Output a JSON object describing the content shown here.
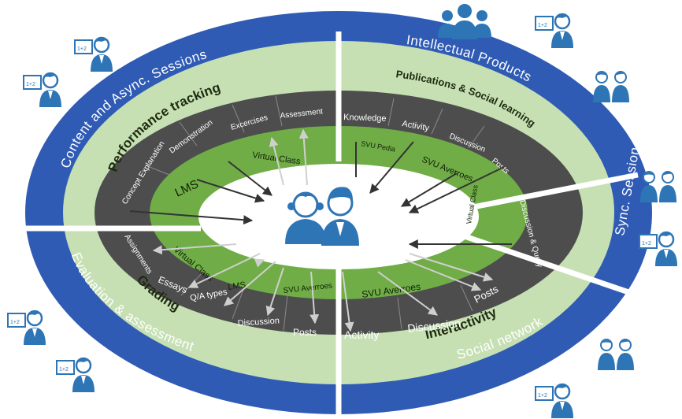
{
  "outer_ring": {
    "content_async": "Content and Async. Sessions",
    "intellectual_products": "Intellectual Products",
    "sync_session": "Sync. Session",
    "evaluation": "Evaluation & assessment",
    "social_network": "Social network"
  },
  "section_titles": {
    "performance_tracking": "Performance tracking",
    "publications": "Publications & Social learning",
    "grading": "Grading",
    "interactivity": "Interactivity"
  },
  "grey_ring": {
    "concept_explanation": "Concept Explanation",
    "demonstration": "Demonstration",
    "excercises": "Excercises",
    "assessment": "Assessment",
    "knowledge": "Knowledge",
    "activity_top": "Activity",
    "discussion_top": "Discussion",
    "posts_top": "Posts",
    "discussion_query": "Discussion & Query",
    "assignments": "Assignments",
    "essays": "Essays",
    "qa_types": "Q/A types",
    "discussion_bl": "Discussion",
    "posts_bl": "Posts",
    "activity_br": "Activity",
    "discussion_br": "Discussion",
    "posts_br": "Posts"
  },
  "green_ring": {
    "lms_top": "LMS",
    "virtual_class_top": "Virtual Class",
    "svu_pedia": "SVU Pedia",
    "svu_averroes_top": "SVU Averroes",
    "virtual_class_right": "Virtual Class",
    "virtual_class_bl": "Virtual Class",
    "lms_bottom": "LMS",
    "svu_averroes_bl": "SVU Averroes",
    "svu_averroes_br": "SVU Averroes"
  },
  "icons": {
    "teacher_label": "1+2"
  },
  "colors": {
    "outer_blue": "#2f5bb5",
    "light_green": "#c6e0b4",
    "grey_ring": "#4d4d4d",
    "green_ring": "#70ad47",
    "icon_blue": "#2e75b6"
  }
}
